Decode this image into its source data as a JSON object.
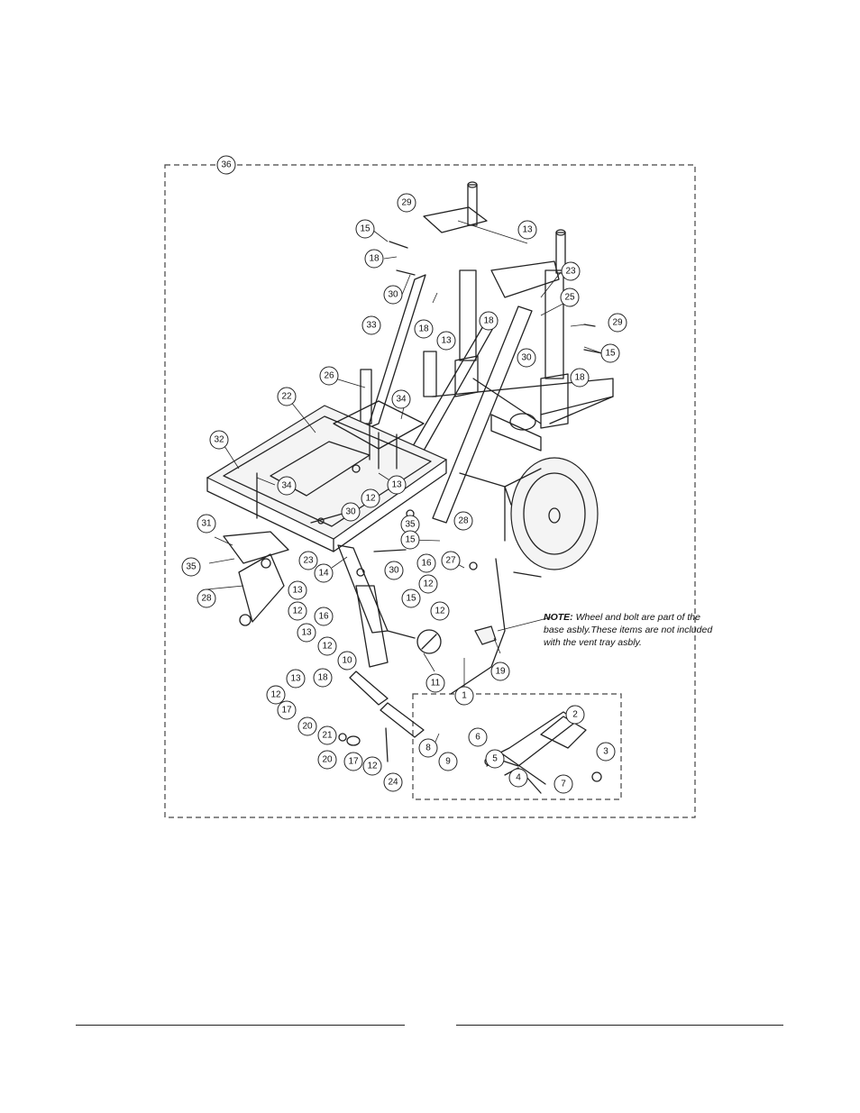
{
  "note": {
    "heading": "NOTE:",
    "body": "Wheel and bolt are part of the base asbly.These items are not included with the vent tray asbly."
  },
  "callouts": [
    {
      "id": "c36",
      "label": "36"
    },
    {
      "id": "c29a",
      "label": "29"
    },
    {
      "id": "c15a",
      "label": "15"
    },
    {
      "id": "c18a",
      "label": "18"
    },
    {
      "id": "c13a",
      "label": "13"
    },
    {
      "id": "c30a",
      "label": "30"
    },
    {
      "id": "c33",
      "label": "33"
    },
    {
      "id": "c18b",
      "label": "18"
    },
    {
      "id": "c13b",
      "label": "13"
    },
    {
      "id": "c18c",
      "label": "18"
    },
    {
      "id": "c23a",
      "label": "23"
    },
    {
      "id": "c25",
      "label": "25"
    },
    {
      "id": "c29b",
      "label": "29"
    },
    {
      "id": "c30b",
      "label": "30"
    },
    {
      "id": "c18d",
      "label": "18"
    },
    {
      "id": "c15b",
      "label": "15"
    },
    {
      "id": "c26",
      "label": "26"
    },
    {
      "id": "c34a",
      "label": "34"
    },
    {
      "id": "c22",
      "label": "22"
    },
    {
      "id": "c32",
      "label": "32"
    },
    {
      "id": "c34b",
      "label": "34"
    },
    {
      "id": "c13c",
      "label": "13"
    },
    {
      "id": "c12a",
      "label": "12"
    },
    {
      "id": "c30c",
      "label": "30"
    },
    {
      "id": "c35a",
      "label": "35"
    },
    {
      "id": "c28a",
      "label": "28"
    },
    {
      "id": "c31",
      "label": "31"
    },
    {
      "id": "c15c",
      "label": "15"
    },
    {
      "id": "c27",
      "label": "27"
    },
    {
      "id": "c35b",
      "label": "35"
    },
    {
      "id": "c28b",
      "label": "28"
    },
    {
      "id": "c23b",
      "label": "23"
    },
    {
      "id": "c14",
      "label": "14"
    },
    {
      "id": "c30d",
      "label": "30"
    },
    {
      "id": "c16a",
      "label": "16"
    },
    {
      "id": "c13d",
      "label": "13"
    },
    {
      "id": "c12b",
      "label": "12"
    },
    {
      "id": "c12c",
      "label": "12"
    },
    {
      "id": "c16b",
      "label": "16"
    },
    {
      "id": "c15d",
      "label": "15"
    },
    {
      "id": "c13e",
      "label": "13"
    },
    {
      "id": "c12d",
      "label": "12"
    },
    {
      "id": "c12e",
      "label": "12"
    },
    {
      "id": "c10",
      "label": "10"
    },
    {
      "id": "c11",
      "label": "11"
    },
    {
      "id": "c1",
      "label": "1"
    },
    {
      "id": "c19",
      "label": "19"
    },
    {
      "id": "c13f",
      "label": "13"
    },
    {
      "id": "c18e",
      "label": "18"
    },
    {
      "id": "c12f",
      "label": "12"
    },
    {
      "id": "c17a",
      "label": "17"
    },
    {
      "id": "c20a",
      "label": "20"
    },
    {
      "id": "c21",
      "label": "21"
    },
    {
      "id": "c20b",
      "label": "20"
    },
    {
      "id": "c17b",
      "label": "17"
    },
    {
      "id": "c12g",
      "label": "12"
    },
    {
      "id": "c24",
      "label": "24"
    },
    {
      "id": "c8",
      "label": "8"
    },
    {
      "id": "c9",
      "label": "9"
    },
    {
      "id": "c6",
      "label": "6"
    },
    {
      "id": "c5",
      "label": "5"
    },
    {
      "id": "c4",
      "label": "4"
    },
    {
      "id": "c2",
      "label": "2"
    },
    {
      "id": "c3",
      "label": "3"
    },
    {
      "id": "c7",
      "label": "7"
    }
  ]
}
